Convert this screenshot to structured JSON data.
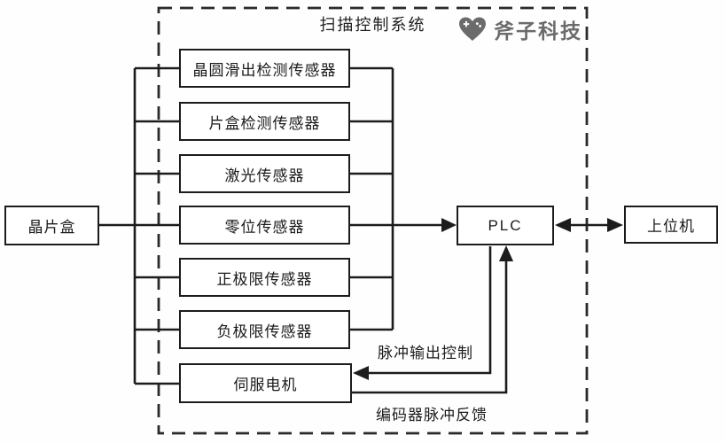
{
  "diagram": {
    "title": "扫描控制系统",
    "logo": {
      "brand": "斧子科技",
      "icon": "axe-heart-logo",
      "color": "#6b6b6b"
    },
    "nodes": {
      "wafer_box": "晶片盒",
      "sensors": [
        "晶圆滑出检测传感器",
        "片盒检测传感器",
        "激光传感器",
        "零位传感器",
        "正极限传感器",
        "负极限传感器"
      ],
      "servo_motor": "伺服电机",
      "plc": "PLC",
      "host_computer": "上位机"
    },
    "edge_labels": {
      "pulse_output": "脉冲输出控制",
      "encoder_feedback": "编码器脉冲反馈"
    },
    "colors": {
      "line": "#1c1c1c",
      "box_border": "#1c1c1c",
      "box_fill": "#ffffff",
      "background": "#ffffff",
      "logo": "#6b6b6b",
      "text": "#1a1a1a"
    }
  }
}
